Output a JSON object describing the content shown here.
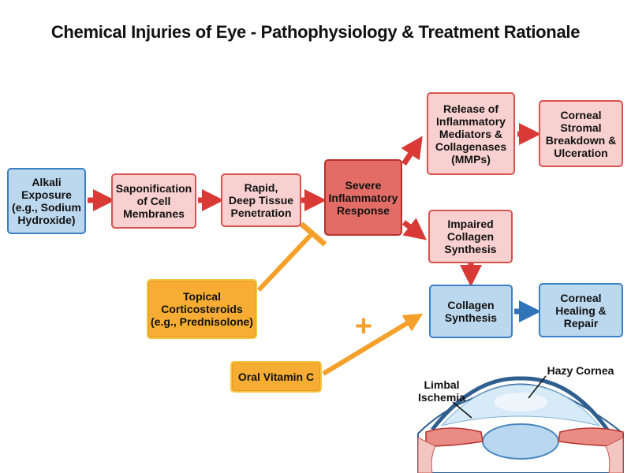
{
  "title": "Chemical Injuries of Eye - Pathophysiology & Treatment Rationale",
  "nodes": {
    "alkali": "Alkali\nExposure\n(e.g., Sodium\nHydroxide)",
    "saponification": "Saponification\nof Cell\nMembranes",
    "penetration": "Rapid,\nDeep Tissue\nPenetration",
    "inflammatory": "Severe\nInflammatory\nResponse",
    "mediators": "Release of\nInflammatory\nMediators &\nCollagenases\n(MMPs)",
    "stromal": "Corneal\nStromal\nBreakdown &\nUlceration",
    "impaired": "Impaired\nCollagen\nSynthesis",
    "collagen": "Collagen\nSynthesis",
    "healing": "Corneal\nHealing &\nRepair",
    "steroids": "Topical\nCorticosteroids\n(e.g., Prednisolone)",
    "vitc": "Oral Vitamin C"
  },
  "plus_symbol": "+",
  "eye_labels": {
    "limbal": "Limbal\nIschemia",
    "hazy": "Hazy Cornea"
  },
  "colors": {
    "blue_fill": "#bcd8ef",
    "blue_border": "#3b7fc4",
    "pink_fill": "#f9d0d0",
    "pink_border": "#d9534f",
    "red_fill": "#e36d66",
    "orange_fill": "#f7ad33",
    "arrow_red": "#d93a36",
    "arrow_blue": "#2f74b8"
  }
}
